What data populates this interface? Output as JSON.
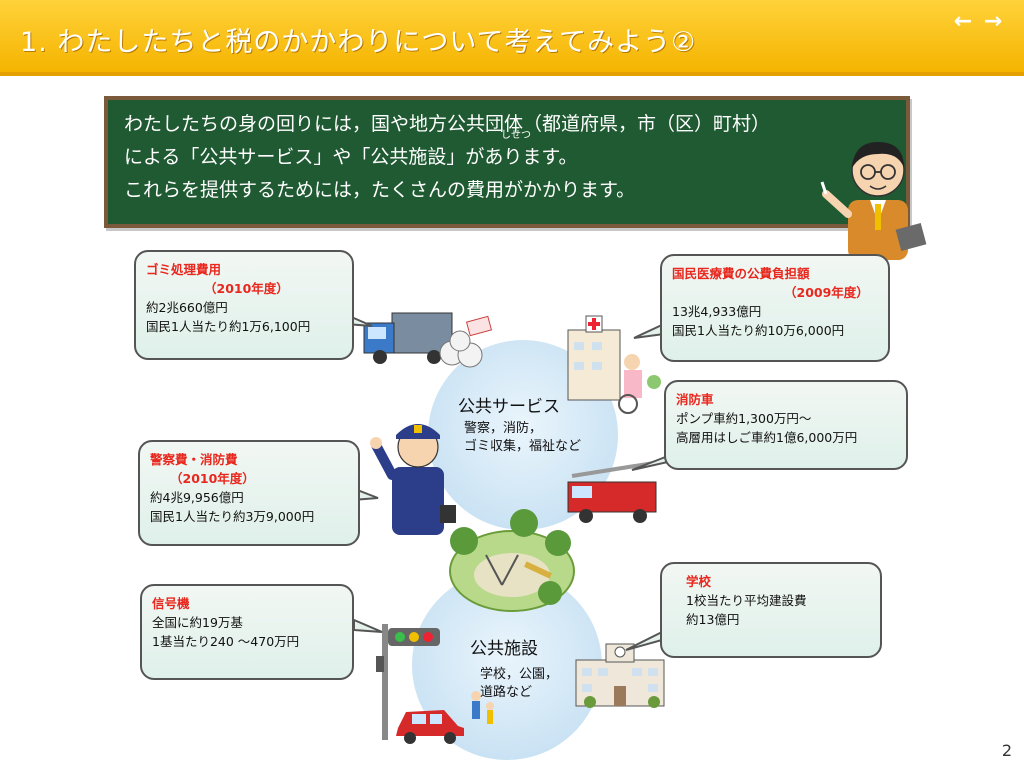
{
  "header": {
    "title": "1. わたしたちと税のかかわりについて考えてみよう②",
    "nav_prev": "←",
    "nav_next": "→"
  },
  "board": {
    "line1": "わたしたちの身の回りには，国や地方公共団体（都道府県，市（区）町村）",
    "line2": "による「公共サービス」や「公共施設」があります。",
    "line3": "これらを提供するためには，たくさんの費用がかかります。",
    "ruby": "しせつ"
  },
  "center": {
    "service_title": "公共サービス",
    "service_line1": "警察，消防，",
    "service_line2": "ゴミ収集，福祉など",
    "facility_title": "公共施設",
    "facility_line1": "学校，公園，",
    "facility_line2": "道路など"
  },
  "bubbles": {
    "garbage": {
      "title": "ゴミ処理費用",
      "year": "（2010年度）",
      "line1": "約2兆660億円",
      "line2": "国民1人当たり約1万6,100円"
    },
    "medical": {
      "title": "国民医療費の公費負担額",
      "year": "（2009年度）",
      "line1": "13兆4,933億円",
      "line2": "国民1人当たり約10万6,000円"
    },
    "police": {
      "title": "警察費・消防費",
      "year": "（2010年度）",
      "line1": "約4兆9,956億円",
      "line2": "国民1人当たり約3万9,000円"
    },
    "firetruck": {
      "title": "消防車",
      "line1": "ポンプ車約1,300万円～",
      "line2": "高層用はしご車約1億6,000万円"
    },
    "signal": {
      "title": "信号機",
      "line1": "全国に約19万基",
      "line2": "1基当たり240 ～470万円"
    },
    "school": {
      "title": "学校",
      "line1": "1校当たり平均建設費",
      "line2": "約13億円"
    }
  },
  "page_number": "2"
}
